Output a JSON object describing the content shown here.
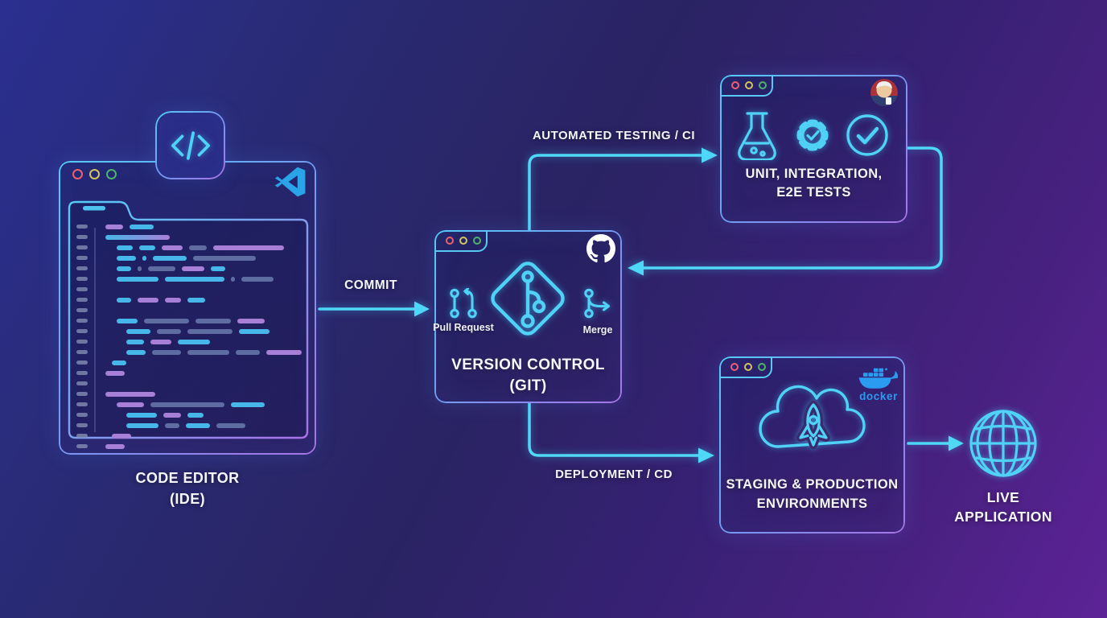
{
  "title": "CI/CD development pipeline diagram",
  "colors": {
    "background_top_left": "#2b2f90",
    "background_bottom_right": "#5d2397",
    "wire": "#4fd9f7",
    "border_cyan": "#54cdf5",
    "border_purple": "#a873e6",
    "label_text": "#f5f6fb",
    "traffic_lights": [
      "#e8616e",
      "#d3c45c",
      "#4db368"
    ],
    "vscode_logo": "#2ba3e8",
    "docker_logo": "#2a9bf0",
    "github_logo": "#ffffff",
    "code": {
      "c": "#46b7e8",
      "p": "#a77fd6",
      "s": "#5e6ca2",
      "g": "gradient-cyan-purple"
    }
  },
  "nodes": {
    "code_editor": {
      "title": "CODE EDITOR",
      "subtitle": "(IDE)",
      "badge_icon": "code-brackets-icon",
      "logo_icon": "vscode-logo"
    },
    "version_control": {
      "title": "VERSION CONTROL",
      "subtitle": "(GIT)",
      "logo_icon": "github-logo",
      "center_icon": "git-diamond-icon",
      "tools": [
        {
          "icon": "pull-request-icon",
          "label": "Pull Request"
        },
        {
          "icon": "merge-icon",
          "label": "Merge"
        }
      ]
    },
    "testing": {
      "title": "UNIT, INTEGRATION,",
      "subtitle": "E2E TESTS",
      "logo_icon": "jenkins-logo",
      "icons": [
        "flask-icon",
        "gear-check-icon",
        "check-circle-icon"
      ]
    },
    "staging": {
      "title": "STAGING & PRODUCTION",
      "subtitle": "ENVIRONMENTS",
      "logo_icon": "docker-logo",
      "logo_text": "docker",
      "icons": [
        "cloud-rocket-icon"
      ]
    },
    "live": {
      "title": "LIVE",
      "subtitle": "APPLICATION",
      "icons": [
        "globe-icon"
      ]
    }
  },
  "edges": {
    "commit": {
      "label": "COMMIT",
      "from": "code_editor",
      "to": "version_control"
    },
    "ci": {
      "label": "AUTOMATED TESTING / CI",
      "from": "version_control",
      "to": "testing"
    },
    "ci_return": {
      "label": "",
      "from": "testing",
      "to": "version_control"
    },
    "cd": {
      "label": "DEPLOYMENT / CD",
      "from": "version_control",
      "to": "staging"
    },
    "release": {
      "label": "",
      "from": "staging",
      "to": "live"
    }
  },
  "code_editor_rows": [
    {
      "i": 0,
      "s": [
        [
          22,
          "p"
        ],
        [
          30,
          "c"
        ]
      ]
    },
    {
      "i": 0,
      "s": [
        [
          80,
          "g"
        ]
      ]
    },
    {
      "i": 14,
      "s": [
        [
          20,
          "c"
        ],
        [
          20,
          "c"
        ],
        [
          26,
          "p"
        ],
        [
          22,
          "s"
        ],
        [
          88,
          "p"
        ]
      ]
    },
    {
      "i": 14,
      "s": [
        [
          24,
          "c"
        ],
        [
          5,
          "c"
        ],
        [
          42,
          "c"
        ],
        [
          78,
          "s"
        ]
      ]
    },
    {
      "i": 14,
      "s": [
        [
          18,
          "c"
        ],
        [
          5,
          "s"
        ],
        [
          34,
          "s"
        ],
        [
          28,
          "p"
        ],
        [
          18,
          "c"
        ]
      ]
    },
    {
      "i": 14,
      "s": [
        [
          52,
          "c"
        ],
        [
          74,
          "c"
        ],
        [
          5,
          "s"
        ],
        [
          40,
          "s"
        ]
      ]
    },
    {
      "i": 0,
      "s": []
    },
    {
      "i": 14,
      "s": [
        [
          18,
          "c"
        ],
        [
          26,
          "p"
        ],
        [
          20,
          "p"
        ],
        [
          22,
          "c"
        ]
      ]
    },
    {
      "i": 0,
      "s": []
    },
    {
      "i": 14,
      "s": [
        [
          26,
          "c"
        ],
        [
          56,
          "s"
        ],
        [
          44,
          "s"
        ],
        [
          34,
          "p"
        ]
      ]
    },
    {
      "i": 26,
      "s": [
        [
          30,
          "c"
        ],
        [
          30,
          "s"
        ],
        [
          56,
          "s"
        ],
        [
          38,
          "c"
        ]
      ]
    },
    {
      "i": 26,
      "s": [
        [
          22,
          "c"
        ],
        [
          26,
          "p"
        ],
        [
          40,
          "c"
        ]
      ]
    },
    {
      "i": 26,
      "s": [
        [
          24,
          "c"
        ],
        [
          36,
          "s"
        ],
        [
          52,
          "s"
        ],
        [
          30,
          "s"
        ],
        [
          44,
          "p"
        ]
      ]
    },
    {
      "i": 8,
      "s": [
        [
          18,
          "c"
        ]
      ]
    },
    {
      "i": 0,
      "s": [
        [
          24,
          "p"
        ]
      ]
    },
    {
      "i": 0,
      "s": []
    },
    {
      "i": 0,
      "s": [
        [
          62,
          "p"
        ]
      ]
    },
    {
      "i": 14,
      "s": [
        [
          34,
          "p"
        ],
        [
          92,
          "s"
        ],
        [
          42,
          "c"
        ]
      ]
    },
    {
      "i": 26,
      "s": [
        [
          38,
          "c"
        ],
        [
          22,
          "p"
        ],
        [
          20,
          "c"
        ]
      ]
    },
    {
      "i": 26,
      "s": [
        [
          40,
          "c"
        ],
        [
          18,
          "s"
        ],
        [
          30,
          "c"
        ],
        [
          36,
          "s"
        ]
      ]
    },
    {
      "i": 8,
      "s": [
        [
          24,
          "p"
        ]
      ]
    },
    {
      "i": 0,
      "s": [
        [
          24,
          "p"
        ]
      ]
    }
  ]
}
